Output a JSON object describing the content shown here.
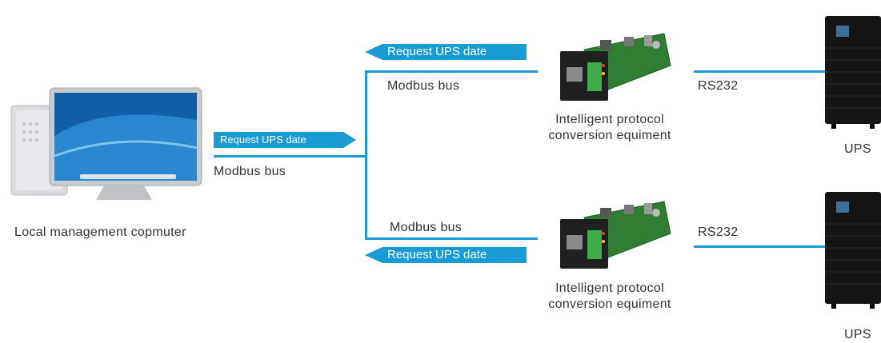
{
  "computer": {
    "label": "Local management copmuter"
  },
  "main_arrow": {
    "text": "Request UPS date"
  },
  "main_bus": {
    "label": "Modbus bus"
  },
  "top_branch": {
    "arrow_text": "Request UPS date",
    "bus_label": "Modbus bus",
    "device_label_line1": "Intelligent protocol",
    "device_label_line2": "conversion equiment",
    "rs_label": "RS232",
    "ups_label": "UPS"
  },
  "bottom_branch": {
    "arrow_text": "Request UPS date",
    "bus_label": "Modbus bus",
    "device_label_line1": "Intelligent protocol",
    "device_label_line2": "conversion equiment",
    "rs_label": "RS232",
    "ups_label": "UPS"
  },
  "colors": {
    "accent": "#1a9bd6",
    "text": "#333333"
  }
}
